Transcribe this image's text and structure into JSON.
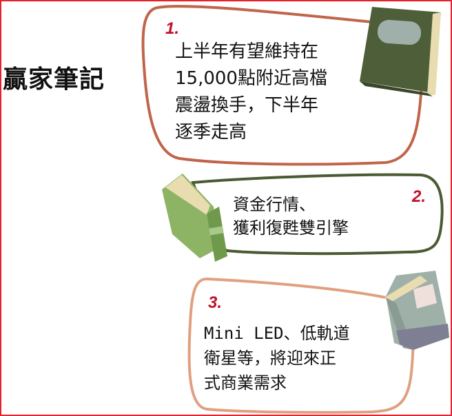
{
  "title": "贏家筆記",
  "notes": [
    {
      "number": "1.",
      "lines": [
        "上半年有望維持在",
        "15,000點附近高檔",
        "震盪換手，下半年",
        "逐季走高"
      ],
      "outline_color": "#c0654a",
      "book_color": "#4e5e38",
      "book_icon": "closed-book-icon"
    },
    {
      "number": "2.",
      "lines": [
        "資金行情、",
        "獲利復甦雙引擎"
      ],
      "outline_color": "#4a5a32",
      "book_color": "#8db365",
      "book_icon": "open-book-icon"
    },
    {
      "number": "3.",
      "lines": [
        "Mini LED、低軌道",
        "衛星等，將迎來正",
        "式商業需求"
      ],
      "outline_color": "#e0a080",
      "book_color": "#9fb0a8",
      "book_icon": "standing-book-icon"
    }
  ],
  "colors": {
    "border": "#e8202a",
    "number": "#c0102a"
  }
}
